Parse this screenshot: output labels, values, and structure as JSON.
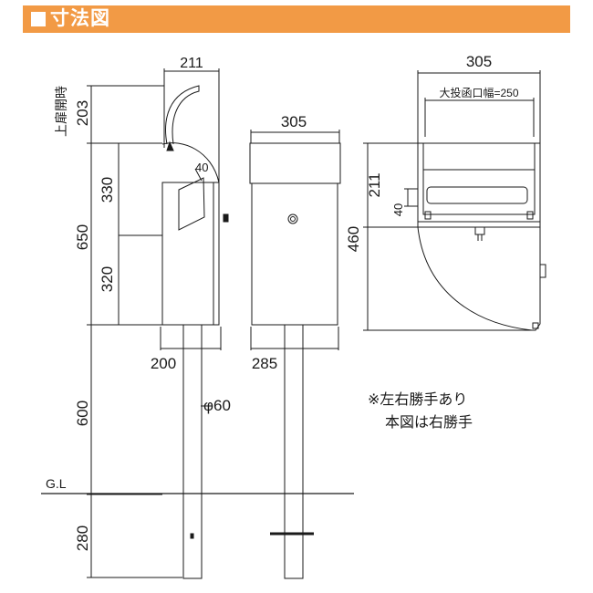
{
  "header": {
    "title": "寸法図"
  },
  "side_view": {
    "dim_depth_top": "211",
    "dim_open_height": "203",
    "label_door_open": "上扉開時",
    "dim_upper": "330",
    "dim_lower": "320",
    "dim_body_height": "650",
    "dim_slot": "40",
    "dim_bottom_width": "200",
    "dim_post_height": "600",
    "dim_pipe": "φ60",
    "dim_buried": "280",
    "ground_label": "G.L"
  },
  "front_view": {
    "dim_top_width": "305",
    "dim_bottom_width": "285"
  },
  "top_view": {
    "dim_width": "305",
    "label_slot": "大投函口幅=250",
    "dim_211": "211",
    "dim_40": "40",
    "dim_460": "460"
  },
  "note": {
    "line1": "※左右勝手あり",
    "line2": "本図は右勝手"
  }
}
